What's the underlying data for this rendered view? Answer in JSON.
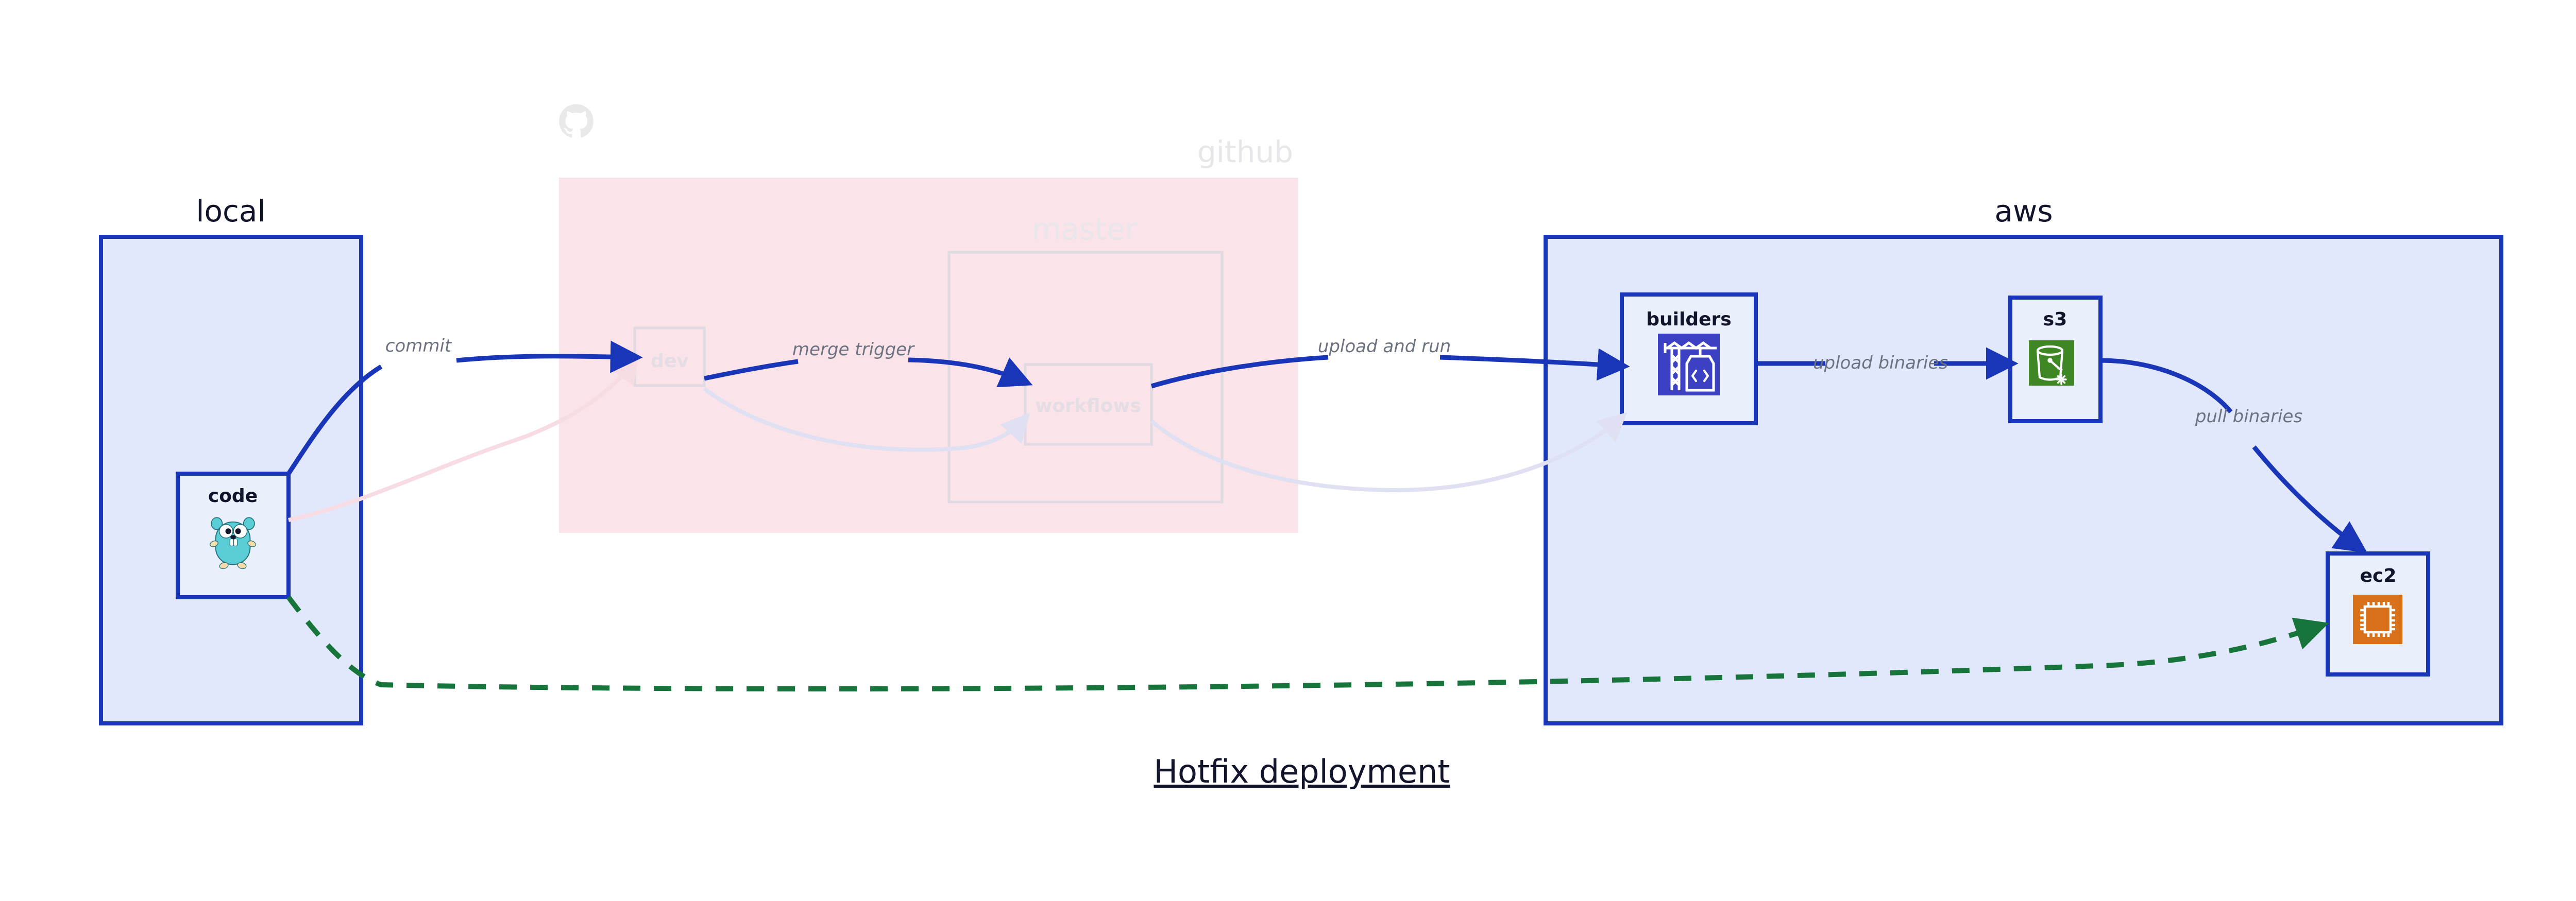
{
  "diagram": {
    "title": "Hotfix deployment",
    "colors": {
      "cluster_blue_fill": "#e2e8fb",
      "cluster_blue_stroke": "#1a36b8",
      "cluster_pink_fill": "#fae3e9",
      "node_fill": "#eaeffc",
      "edge_blue": "#1a36b8",
      "edge_green": "#17753c",
      "label_gray": "#6b7280",
      "text_navy": "#11142b",
      "icon_codebuild": "#3c41c4",
      "icon_s3": "#3f8624",
      "icon_ec2": "#d9701a",
      "gopher_cyan": "#5bcdd6"
    },
    "clusters": [
      {
        "id": "local",
        "label": "local",
        "style": "solid",
        "nodes": [
          {
            "id": "code",
            "label": "code",
            "icon": "go-gopher-icon"
          }
        ]
      },
      {
        "id": "github",
        "label": "github",
        "style": "faded",
        "icon": "github-octocat-icon",
        "nodes": [
          {
            "id": "dev",
            "label": "dev",
            "icon": "none"
          }
        ],
        "subclusters": [
          {
            "id": "master",
            "label": "master",
            "nodes": [
              {
                "id": "workflows",
                "label": "workflows",
                "icon": "none"
              }
            ]
          }
        ]
      },
      {
        "id": "aws",
        "label": "aws",
        "style": "solid",
        "nodes": [
          {
            "id": "builders",
            "label": "builders",
            "icon": "aws-codebuild-icon"
          },
          {
            "id": "s3",
            "label": "s3",
            "icon": "aws-s3-glacier-bucket-icon"
          },
          {
            "id": "ec2",
            "label": "ec2",
            "icon": "aws-ec2-chip-icon"
          }
        ]
      }
    ],
    "edges": [
      {
        "id": "code-dev",
        "from": "code",
        "to": "dev",
        "label": "commit",
        "style": "solid-blue"
      },
      {
        "id": "dev-workflows",
        "from": "dev",
        "to": "workflows",
        "label": "merge trigger",
        "style": "solid-blue"
      },
      {
        "id": "workflows-builders",
        "from": "workflows",
        "to": "builders",
        "label": "upload and run",
        "style": "solid-blue"
      },
      {
        "id": "builders-s3",
        "from": "builders",
        "to": "s3",
        "label": "upload binaries",
        "style": "solid-blue"
      },
      {
        "id": "s3-ec2",
        "from": "s3",
        "to": "ec2",
        "label": "pull binaries",
        "style": "solid-blue"
      },
      {
        "id": "code-ec2",
        "from": "code",
        "to": "ec2",
        "label": "",
        "style": "dashed-green"
      },
      {
        "id": "code-dev-faded",
        "from": "code",
        "to": "dev",
        "label": "",
        "style": "faded-pink"
      },
      {
        "id": "dev-workflows-faded",
        "from": "dev",
        "to": "workflows",
        "label": "",
        "style": "faded-blue"
      },
      {
        "id": "workflows-builders-faded",
        "from": "workflows",
        "to": "builders",
        "label": "",
        "style": "faded-blue"
      }
    ]
  }
}
